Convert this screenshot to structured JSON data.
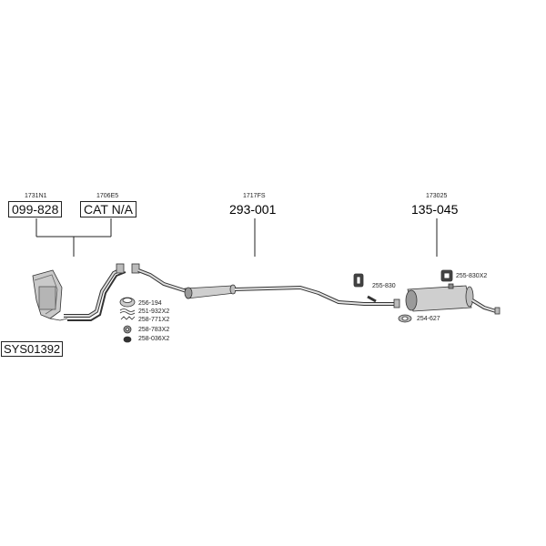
{
  "assembly_id": "SYS01392",
  "groups": [
    {
      "ref": "1731N1",
      "part": "099-828"
    },
    {
      "ref": "1706E5",
      "part": "CAT N/A"
    },
    {
      "ref": "1717FS",
      "part": "293-001"
    },
    {
      "ref": "173025",
      "part": "135-045"
    }
  ],
  "fittings": [
    {
      "code": "256-194"
    },
    {
      "code": "251-932X2"
    },
    {
      "code": "258-771X2"
    },
    {
      "code": "258-783X2"
    },
    {
      "code": "258-036X2"
    }
  ],
  "side_parts": [
    {
      "code": "255-830"
    },
    {
      "code": "255-830X2"
    },
    {
      "code": "254-627"
    }
  ],
  "colors": {
    "line": "#222222",
    "part_fill": "#d8d8d8",
    "part_dark": "#8a8a8a"
  }
}
